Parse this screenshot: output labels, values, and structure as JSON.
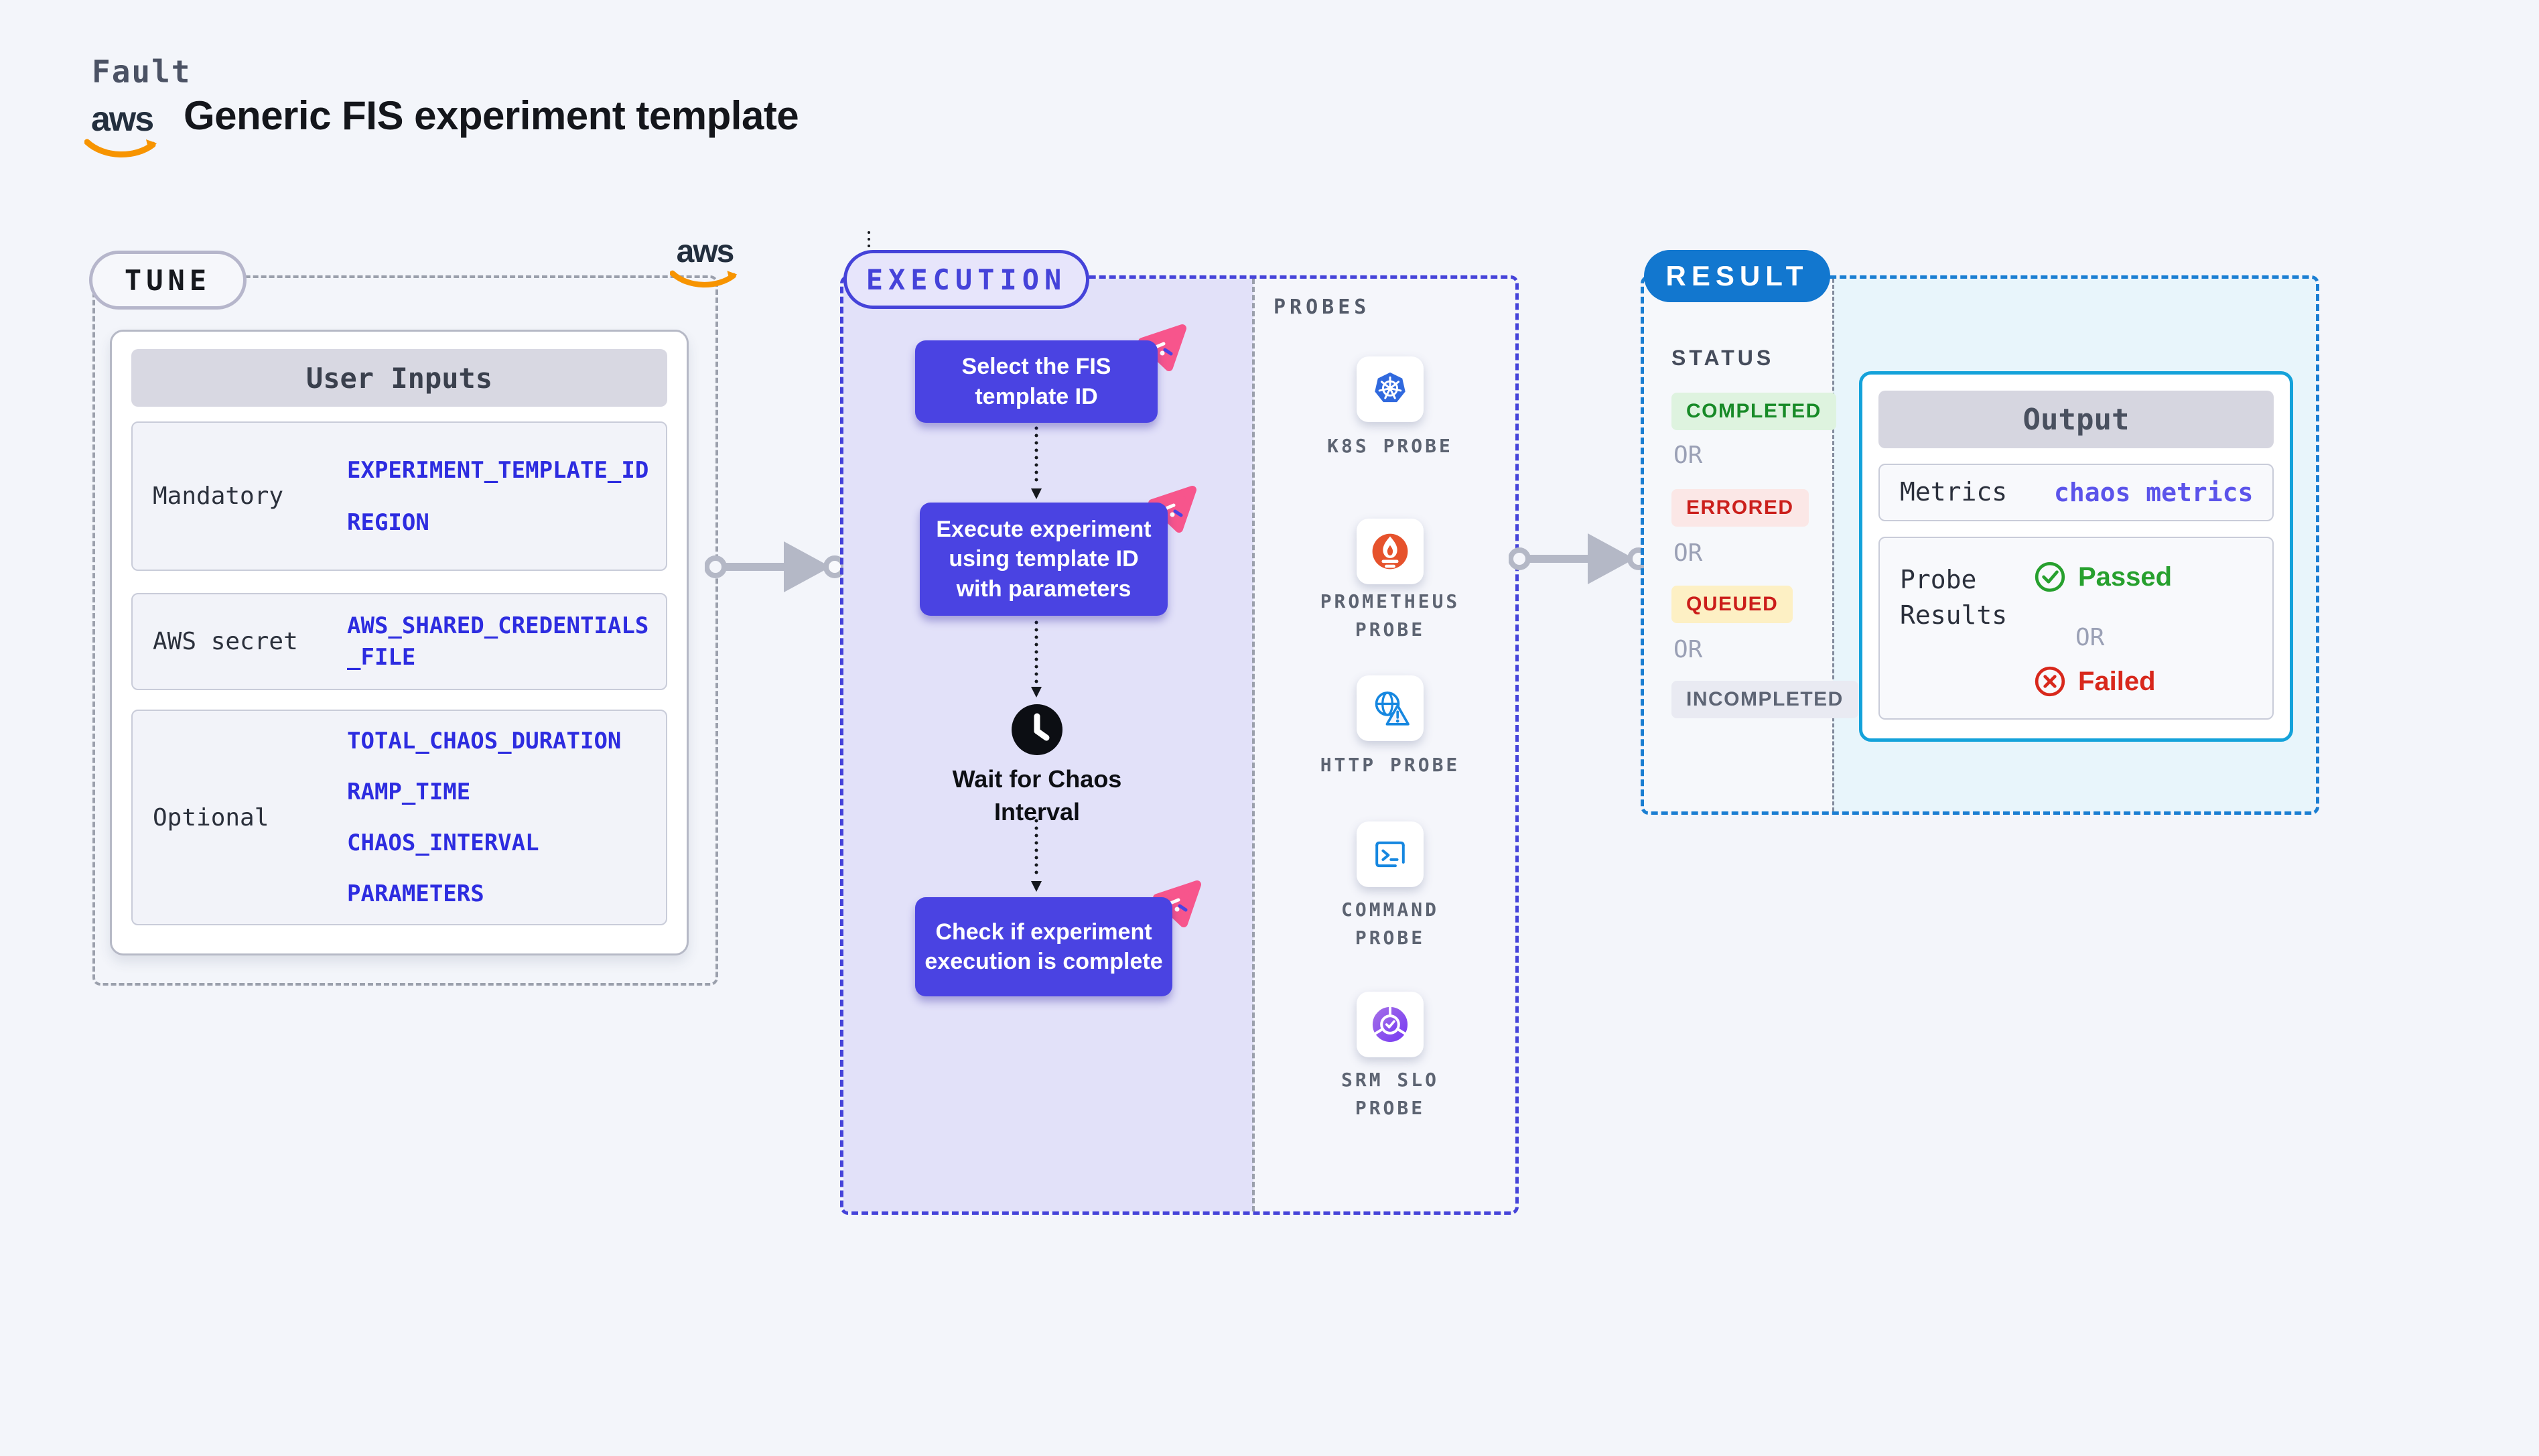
{
  "header": {
    "brand": "Fault",
    "title": "Generic FIS experiment template",
    "aws_logo_text": "aws"
  },
  "tune": {
    "label": "TUNE",
    "table_header": "User Inputs",
    "rows": [
      {
        "label": "Mandatory",
        "values": [
          "EXPERIMENT_TEMPLATE_ID",
          "REGION"
        ]
      },
      {
        "label": "AWS secret",
        "values": [
          "AWS_SHARED_CREDENTIALS",
          "_FILE"
        ]
      },
      {
        "label": "Optional",
        "values": [
          "TOTAL_CHAOS_DURATION",
          "RAMP_TIME",
          "CHAOS_INTERVAL",
          "PARAMETERS"
        ]
      }
    ]
  },
  "execution": {
    "label": "EXECUTION",
    "step1": "Select the FIS template ID",
    "step2": "Execute experiment using template ID with parameters",
    "wait_label": "Wait for Chaos Interval",
    "step3": "Check if experiment execution is complete"
  },
  "probes": {
    "label": "PROBES",
    "items": [
      {
        "name": "K8S PROBE",
        "icon": "kubernetes-icon"
      },
      {
        "name": "PROMETHEUS PROBE",
        "icon": "prometheus-icon"
      },
      {
        "name": "HTTP PROBE",
        "icon": "http-globe-warning-icon"
      },
      {
        "name": "COMMAND PROBE",
        "icon": "terminal-icon"
      },
      {
        "name": "SRM SLO PROBE",
        "icon": "slo-donut-check-icon"
      }
    ]
  },
  "result": {
    "label": "RESULT",
    "status_title": "STATUS",
    "or_label": "OR",
    "badges": [
      {
        "text": "COMPLETED",
        "fg": "#178a27",
        "bg": "#def3df"
      },
      {
        "text": "ERRORED",
        "fg": "#cb201c",
        "bg": "#fbe7e6"
      },
      {
        "text": "QUEUED",
        "fg": "#cb1d1a",
        "bg": "#fdf0c4"
      },
      {
        "text": "INCOMPLETED",
        "fg": "#5d6474",
        "bg": "#e9eaf2"
      }
    ],
    "output": {
      "header": "Output",
      "metrics_label": "Metrics",
      "metrics_value": "chaos metrics",
      "probe_results_label": "Probe Results",
      "passed": "Passed",
      "or": "OR",
      "failed": "Failed"
    }
  },
  "colors": {
    "page_bg": "#f3f5fa",
    "indigo_border": "#4543d9",
    "indigo_step": "#4a43e2",
    "exec_fill": "#e2e1f9",
    "param_blue": "#2d2ce0",
    "result_blue": "#1277cf",
    "result_dash": "#1a7ed2",
    "output_cyan": "#14a2da",
    "output_bg": "#e8f5fb",
    "pink_badge": "#f7558c",
    "aws_orange": "#f79400",
    "aws_navy": "#232f3e",
    "green": "#27a02e",
    "red": "#d8281c"
  }
}
